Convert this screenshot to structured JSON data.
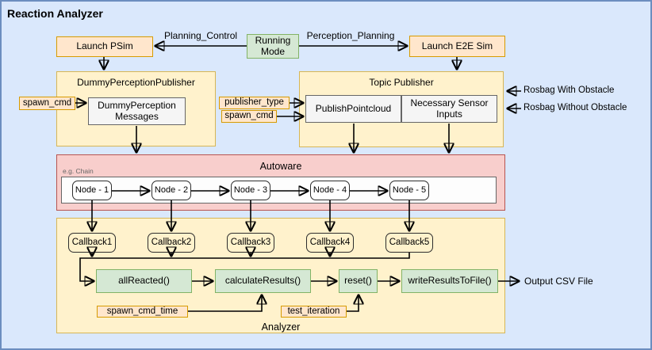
{
  "title": "Reaction Analyzer",
  "colors": {
    "bg": "#dae8fc",
    "frame": "#6c8ebf",
    "peach-fill": "#ffe6cc",
    "peach-border": "#d79b00",
    "yellow-fill": "#fff2cc",
    "yellow-border": "#d6b656",
    "green-fill": "#d5e8d4",
    "green-border": "#82b366",
    "pink-fill": "#f8cecc",
    "pink-border": "#b85450",
    "inner-fill": "#f5f5f5",
    "inner-border": "#666666"
  },
  "top_row": {
    "launch_psim": "Launch PSim",
    "running_mode": "Running Mode",
    "launch_e2e_sim": "Launch E2E Sim",
    "planning_control_label": "Planning_Control",
    "perception_planning_label": "Perception_Planning"
  },
  "dummy_perception_publisher": {
    "title": "DummyPerceptionPublisher",
    "messages_box": "DummyPerception Messages",
    "spawn_cmd_label": "spawn_cmd"
  },
  "topic_publisher": {
    "title": "Topic Publisher",
    "publish_pointcloud": "PublishPointcloud",
    "necessary_sensor_inputs": "Necessary Sensor Inputs",
    "publisher_type_label": "publisher_type",
    "spawn_cmd_label": "spawn_cmd",
    "rosbag_with_obstacle": "Rosbag With Obstacle",
    "rosbag_without_obstacle": "Rosbag Without Obstacle"
  },
  "autoware": {
    "title": "Autoware",
    "note": "e.g. Chain",
    "nodes": [
      "Node - 1",
      "Node - 2",
      "Node - 3",
      "Node - 4",
      "Node - 5"
    ]
  },
  "analyzer": {
    "title": "Analyzer",
    "callbacks": [
      "Callback1",
      "Callback2",
      "Callback3",
      "Callback4",
      "Callback5"
    ],
    "functions": [
      "allReacted()",
      "calculateResults()",
      "reset()",
      "writeResultsToFile()"
    ],
    "spawn_cmd_time_label": "spawn_cmd_time",
    "test_iteration_label": "test_iteration",
    "output_label": "Output CSV File"
  }
}
